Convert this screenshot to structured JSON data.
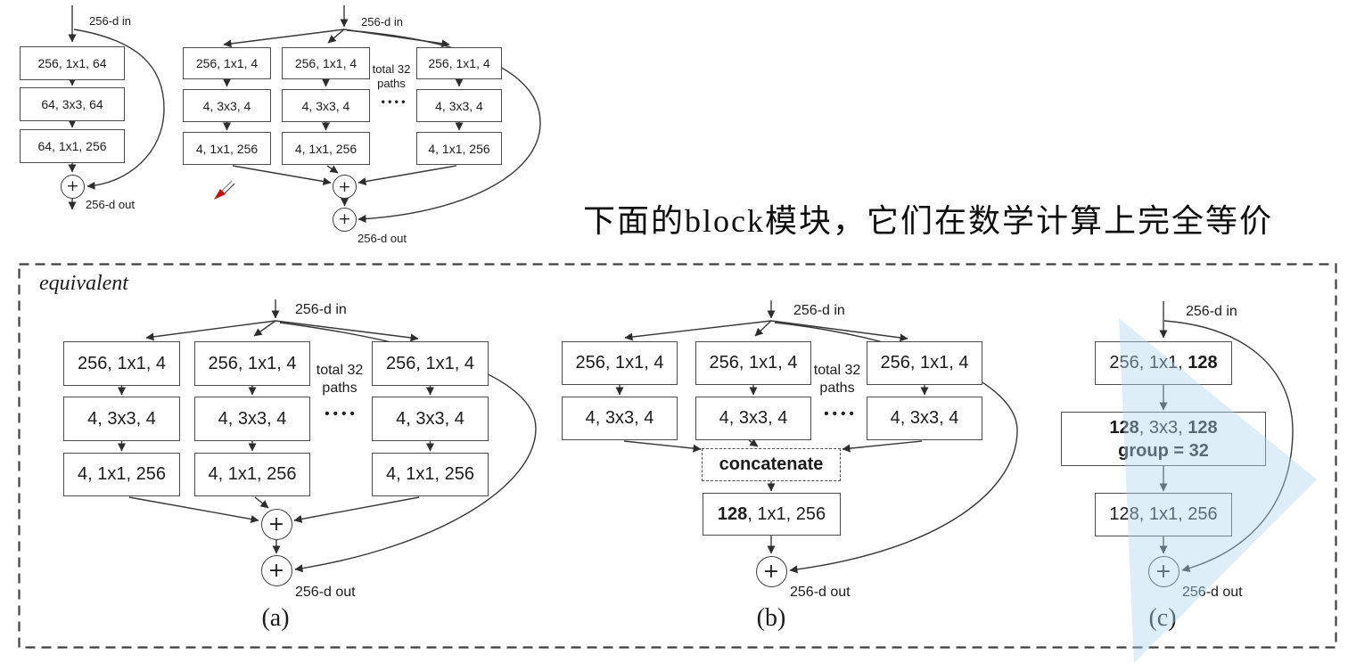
{
  "caption": "下面的block模块，它们在数学计算上完全等价",
  "panel": {
    "equivalent_label": "equivalent"
  },
  "labels": {
    "input": "256-d in",
    "output": "256-d out",
    "total_paths_line1": "total 32",
    "total_paths_line2": "paths",
    "sub_a": "(a)",
    "sub_b": "(b)",
    "sub_c": "(c)"
  },
  "symbols": {
    "plus": "+",
    "dots": "• • • •"
  },
  "resnet_block": {
    "conv1": "256, 1x1, 64",
    "conv2": "64, 3x3, 64",
    "conv3": "64, 1x1, 256"
  },
  "resnext_paths": {
    "conv1": "256, 1x1, 4",
    "conv2": "4, 3x3, 4",
    "conv3": "4, 1x1, 256"
  },
  "block_b": {
    "concat": "concatenate",
    "fuse_bold": "128",
    "fuse_rest": ", 1x1, 256"
  },
  "block_c": {
    "conv1_pre": "256, 1x1, ",
    "conv1_bold": "128",
    "conv2_bold1": "128",
    "conv2_mid": ", 3x3, ",
    "conv2_bold2": "128",
    "conv2_line2": "group = 32",
    "conv3": "128, 1x1, 256"
  },
  "colors": {
    "watermark_blue": "#aed7f0",
    "line": "#3a3a3a",
    "pen_red": "#c41200"
  }
}
